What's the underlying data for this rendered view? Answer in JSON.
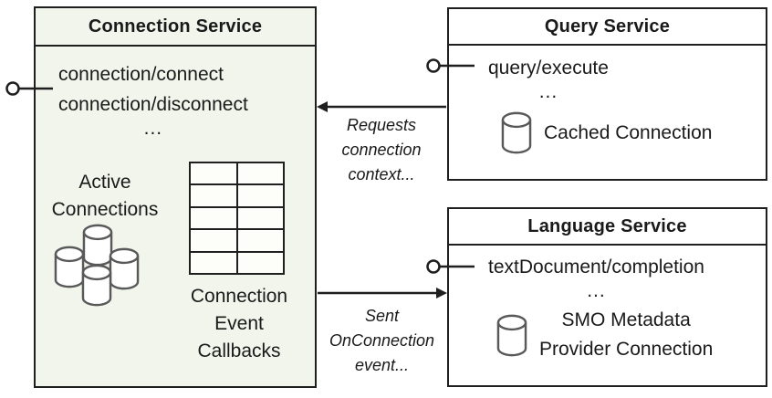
{
  "connection_service": {
    "title": "Connection Service",
    "methods": [
      "connection/connect",
      "connection/disconnect"
    ],
    "more": "...",
    "active_connections_label": "Active Connections",
    "callbacks_label": "Connection Event Callbacks"
  },
  "query_service": {
    "title": "Query Service",
    "methods": [
      "query/execute"
    ],
    "more": "...",
    "cached_connection_label": "Cached Connection"
  },
  "language_service": {
    "title": "Language Service",
    "methods": [
      "textDocument/completion"
    ],
    "more": "...",
    "smo_lines": [
      "SMO Metadata",
      "Provider Connection"
    ]
  },
  "arrows": {
    "requests_context_lines": [
      "Requests",
      "connection",
      "context..."
    ],
    "on_connection_lines": [
      "Sent",
      "OnConnection",
      "event..."
    ]
  },
  "icons": {
    "lollipop": "provided-interface-lollipop",
    "database": "database-cylinder",
    "database_cluster": "database-cylinder-cluster",
    "callback_table": "callback-table-grid"
  },
  "colors": {
    "connection_service_fill": "#f2f5ec",
    "service_fill": "#ffffff",
    "border": "#1f1f1f",
    "cylinder_stroke": "#595959"
  }
}
